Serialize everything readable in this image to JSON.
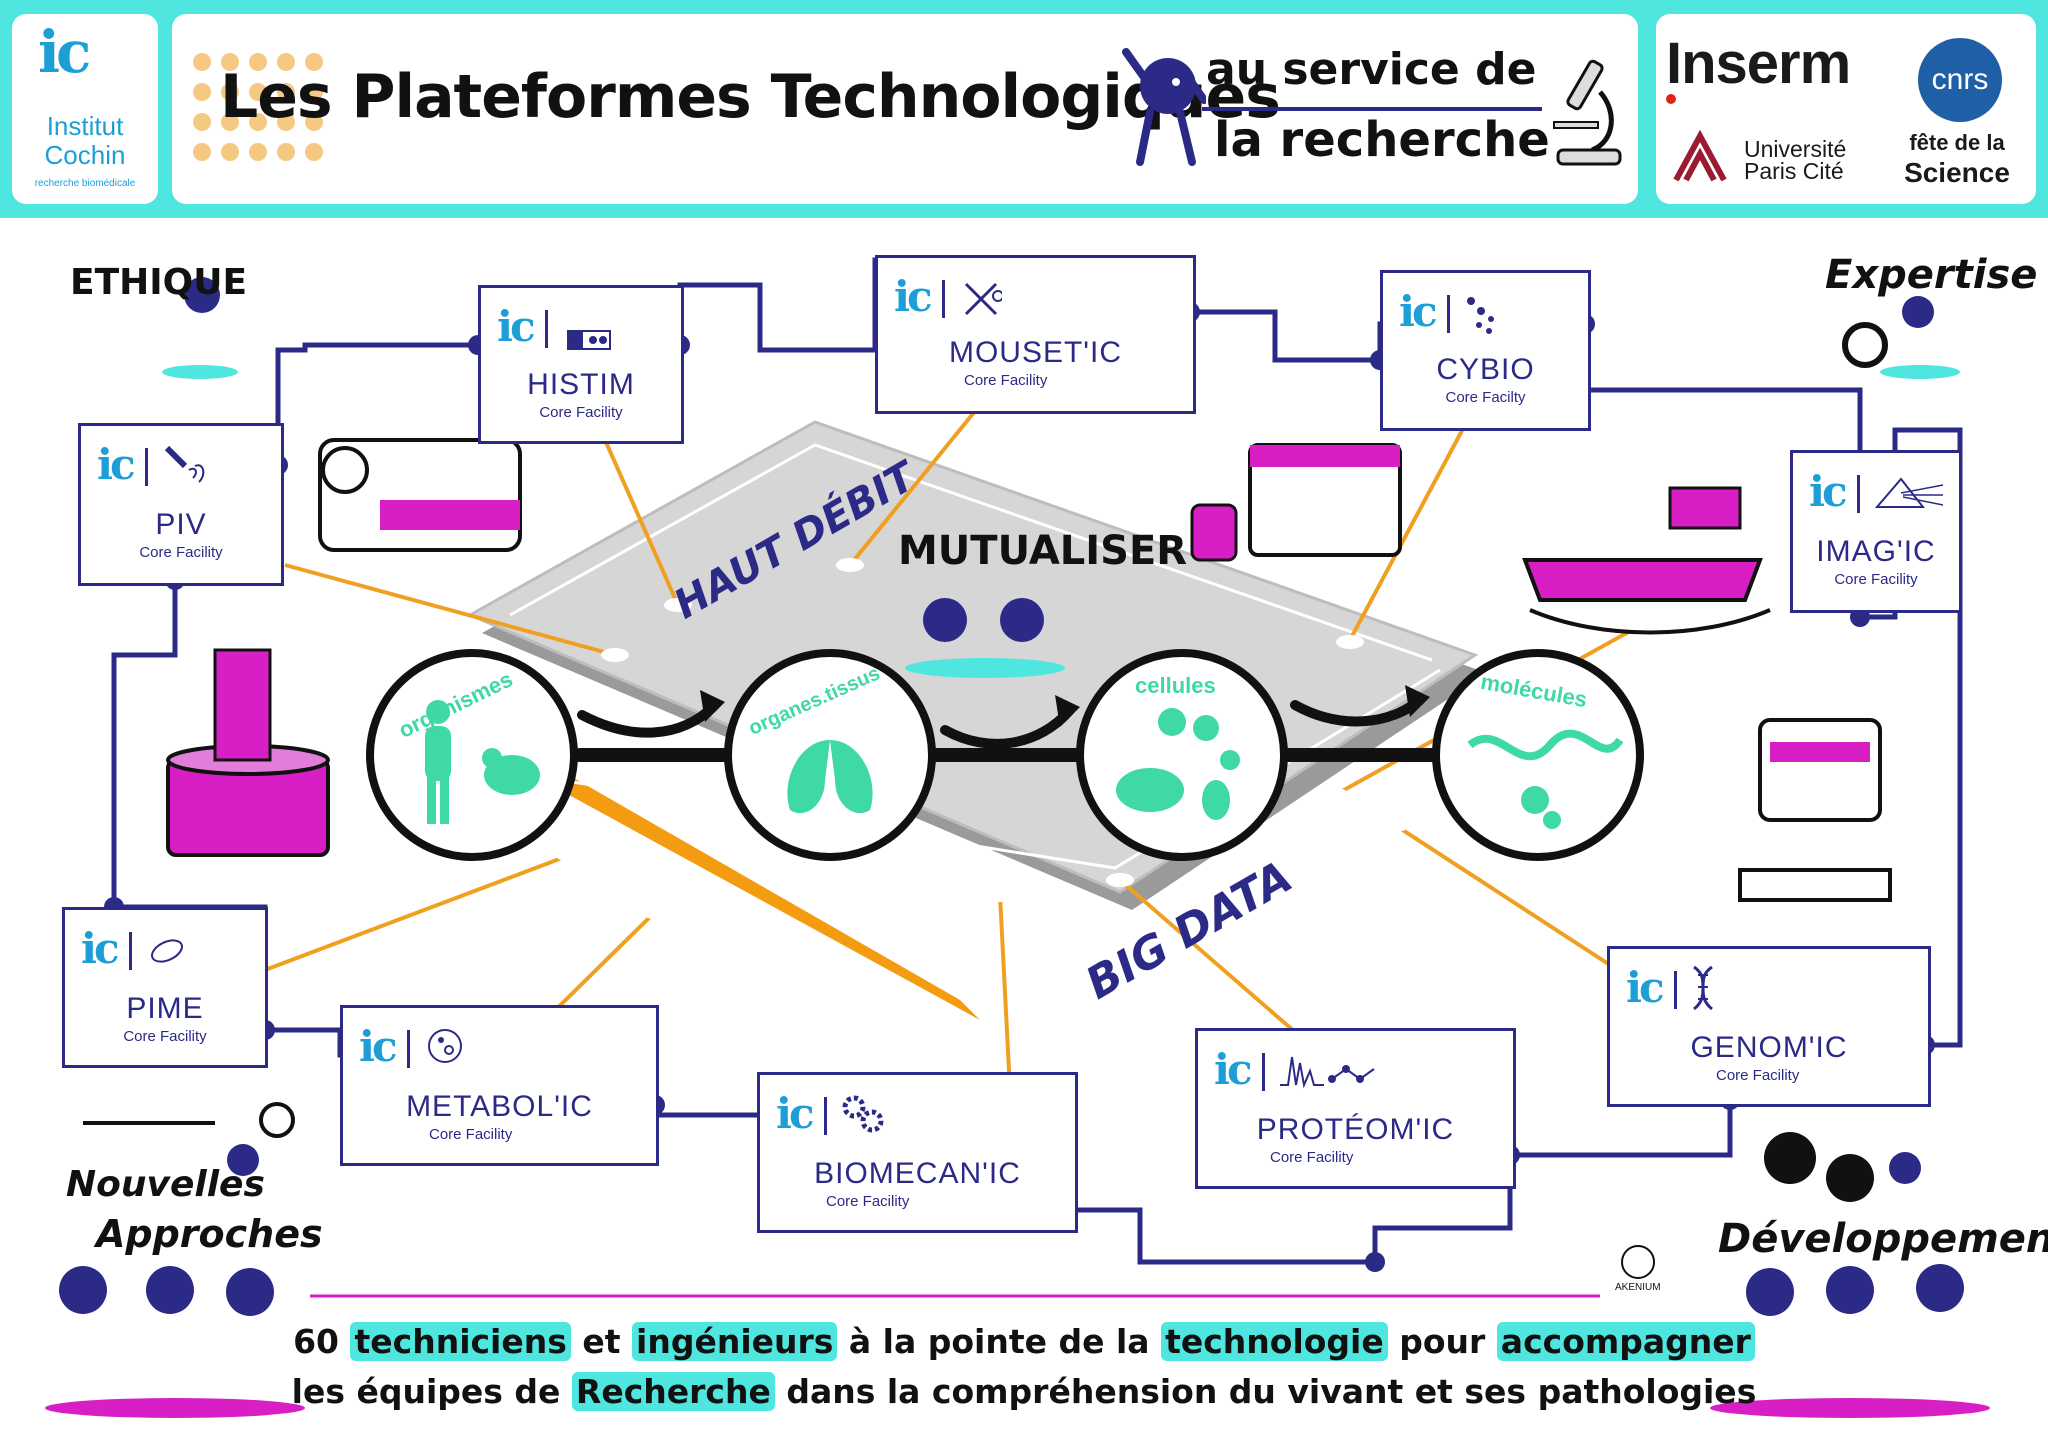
{
  "header": {
    "logo": {
      "mark": "ic",
      "name_line1": "Institut",
      "name_line2": "Cochin",
      "tagline": "recherche biomédicale"
    },
    "title": "Les Plateformes Technologiques",
    "subtitle_line1": "au service de",
    "subtitle_line2": "la recherche",
    "partners": {
      "inserm": "Inserm",
      "cnrs": "cnrs",
      "upc_line1": "Université",
      "upc_line2": "Paris Cité",
      "fete_line1": "fête de la",
      "fete_line2": "Science"
    }
  },
  "platforms": [
    {
      "mark": "ic",
      "name": "HISTIM",
      "sub": "Core Facility"
    },
    {
      "mark": "ic",
      "name": "MOUSET'IC",
      "sub": "Core Facility"
    },
    {
      "mark": "ic",
      "name": "CYBIO",
      "sub": "Core Facilty"
    },
    {
      "mark": "ic",
      "name": "PIV",
      "sub": "Core Facility"
    },
    {
      "mark": "ic",
      "name": "IMAG'IC",
      "sub": "Core Facility"
    },
    {
      "mark": "ic",
      "name": "PIME",
      "sub": "Core Facility"
    },
    {
      "mark": "ic",
      "name": "METABOL'IC",
      "sub": "Core Facility"
    },
    {
      "mark": "ic",
      "name": "BIOMECAN'IC",
      "sub": "Core Facility"
    },
    {
      "mark": "ic",
      "name": "PROTÉOM'IC",
      "sub": "Core Facility"
    },
    {
      "mark": "ic",
      "name": "GENOM'IC",
      "sub": "Core Facility"
    }
  ],
  "themes": {
    "ethique": "ETHIQUE",
    "expertise": "Expertise",
    "mutualiser": "MUTUALISER",
    "nouvelles_line1": "Nouvelles",
    "nouvelles_line2": "Approches",
    "developpement": "Développement"
  },
  "board": {
    "top_label": "HAUT DÉBIT",
    "bottom_label": "BIG DATA"
  },
  "scales": [
    "organismes",
    "organes.tissus",
    "cellules",
    "molécules"
  ],
  "signature": "AKENIUM",
  "bottom_text": {
    "p1": "60 ",
    "h1": "techniciens",
    "p2": " et ",
    "h2": "ingénieurs",
    "p3": " à la pointe de la ",
    "h3": "technologie",
    "p4": " pour ",
    "h4": "accompagner",
    "p5": "les équipes de ",
    "h5": "Recherche",
    "p6": " dans la compréhension du vivant et ses pathologies"
  },
  "colors": {
    "cyan": "#50e6e0",
    "navy": "#2b2a87",
    "magenta": "#d81fc6",
    "orange": "#f0a020",
    "green": "#3fd9a4"
  }
}
